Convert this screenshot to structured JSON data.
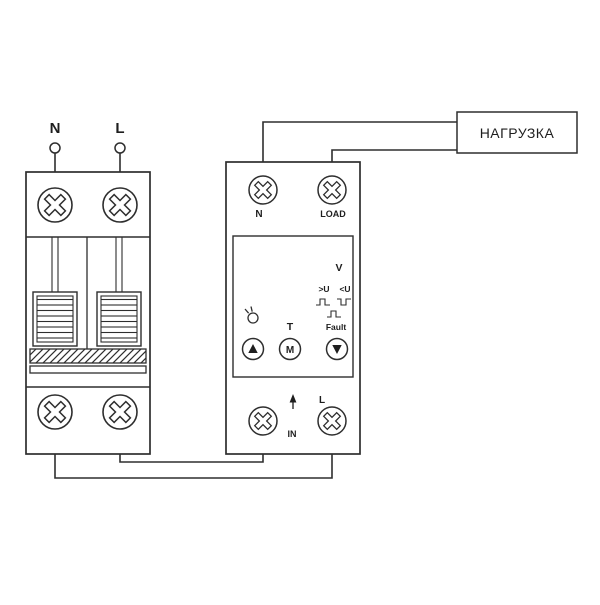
{
  "diagram": {
    "supply": {
      "n": "N",
      "l": "L"
    },
    "relay": {
      "top": {
        "n": "N",
        "load": "LOAD"
      },
      "display": {
        "v": "V",
        "over_u": ">U",
        "under_u": "<U",
        "fault": "Fault",
        "t": "T",
        "m": "M"
      },
      "bottom": {
        "in": "IN",
        "l": "L"
      }
    },
    "load_box": {
      "label": "НАГРУЗКА"
    },
    "colors": {
      "line": "#2e2e2e",
      "text": "#1e1e1e",
      "background": "#ffffff"
    },
    "icons": {
      "screw": "phillips-screw-terminal",
      "button_up": "up-triangle",
      "button_down": "down-triangle",
      "lamp": "indicator-lamp",
      "arrow": "up-arrow",
      "waveform": "pulse-waveform"
    }
  }
}
